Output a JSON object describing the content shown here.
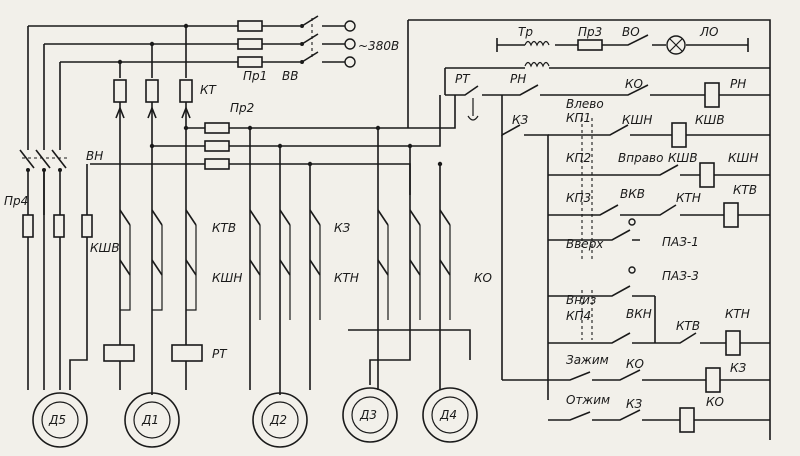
{
  "colors": {
    "ink": "#1a1a1a",
    "paper": "#f2f0ea"
  },
  "labels": {
    "supply": "~380В",
    "pr1": "Пр1",
    "vv": "ВВ",
    "kt": "КТ",
    "pr2": "Пр2",
    "vn": "ВН",
    "pr4": "Пр4",
    "ksh_v_left": "КШВ",
    "ktv_block": "КТВ",
    "kshn_block": "КШН",
    "kz_block": "КЗ",
    "ktn_block": "КТН",
    "ko_block": "КО",
    "rt_motor": "РТ",
    "tr": "Тр",
    "pr3": "Пр3",
    "vo": "ВО",
    "lo": "ЛО",
    "rt_ctrl": "РТ",
    "rn_contact": "РН",
    "ko_contact1": "КО",
    "rn_coil": "РН",
    "kz_contact": "КЗ",
    "vlevo": "Влево",
    "kp1": "КП1",
    "kshn_contact1": "КШН",
    "kshv_coil": "КШВ",
    "kp2": "КП2",
    "vpravo": "Вправо",
    "kshv_contact": "КШВ",
    "kshn_coil": "КШН",
    "kp3": "КП3",
    "vkv": "ВКВ",
    "ktn_contact": "КТН",
    "ktv_coil": "КТВ",
    "vverh": "Вверх",
    "paz1": "ПАЗ-1",
    "paz3": "ПАЗ-3",
    "vniz": "Вниз",
    "kp4": "КП4",
    "vkn": "ВКН",
    "ktv_contact": "КТВ",
    "ktn_coil": "КТН",
    "zazhim": "Зажим",
    "ko_contact2": "КО",
    "kz_coil": "КЗ",
    "otzhim": "Отжим",
    "kz_contact2": "КЗ",
    "ko_coil": "КО"
  },
  "motors": [
    "Д5",
    "Д1",
    "Д2",
    "Д3",
    "Д4"
  ]
}
